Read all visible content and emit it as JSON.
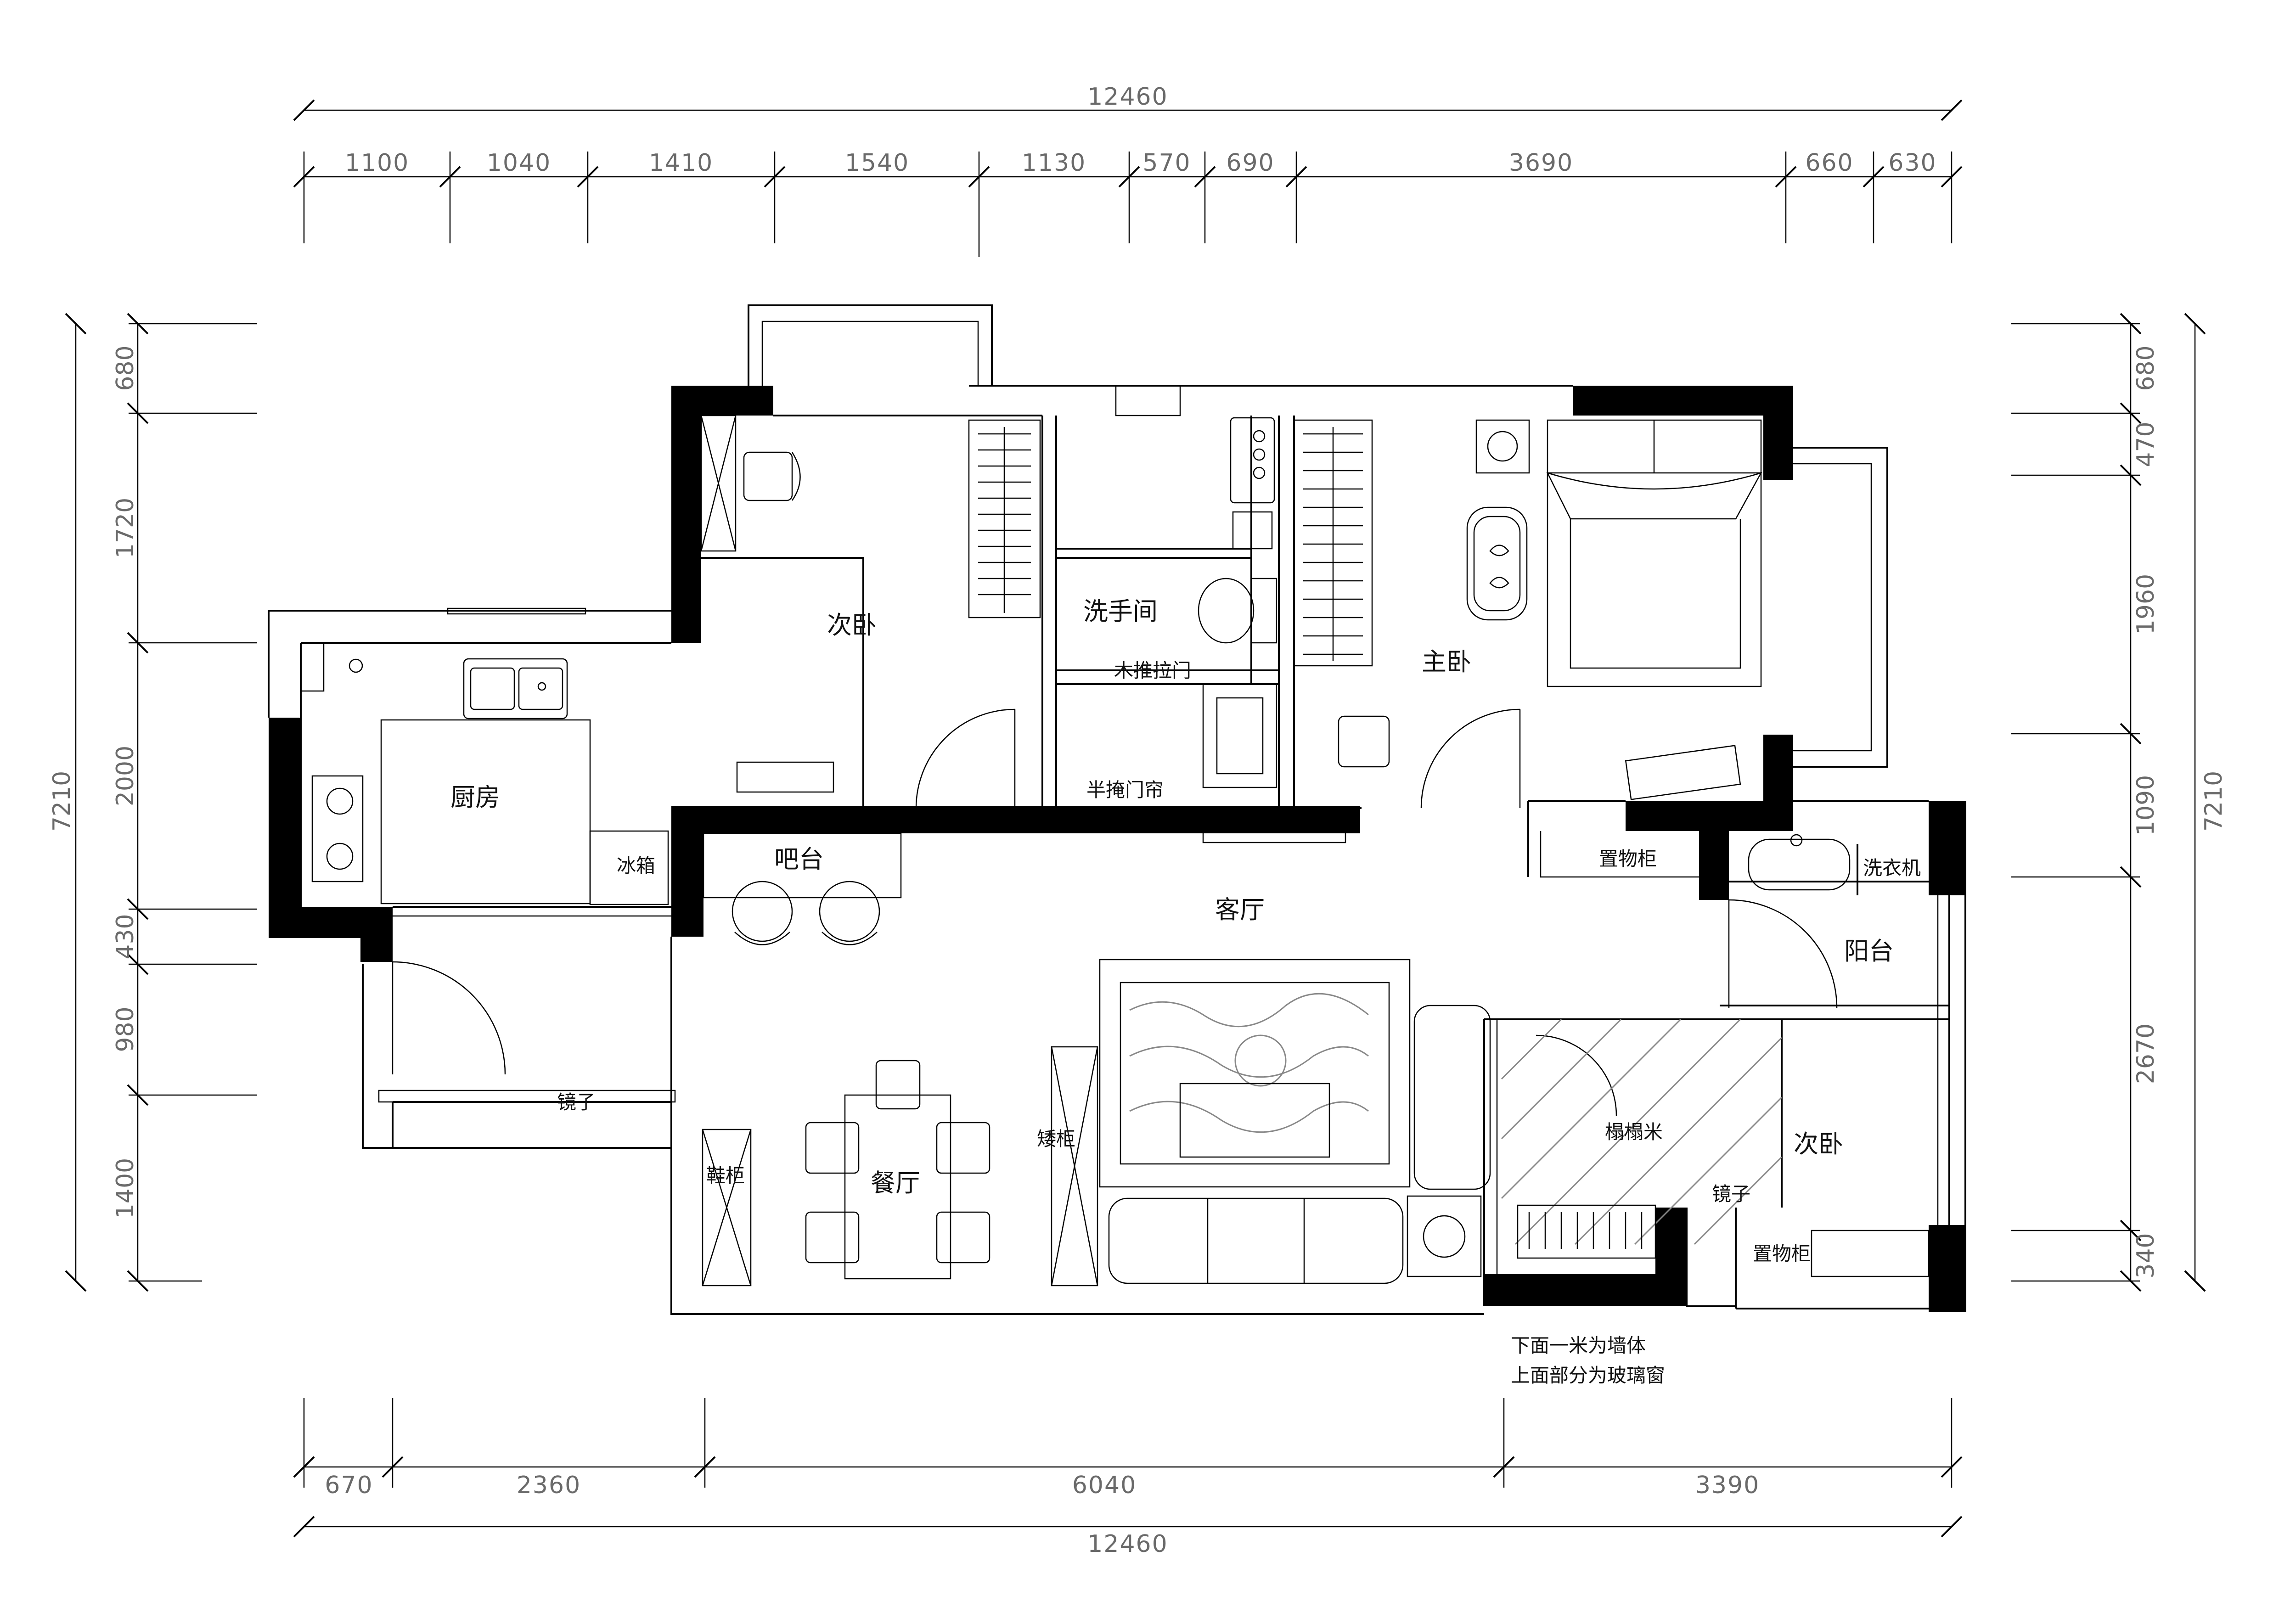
{
  "dimensions": {
    "top_total": "12460",
    "top_segments": [
      "1100",
      "1040",
      "1410",
      "1540",
      "1130",
      "570",
      "690",
      "3690",
      "660",
      "630"
    ],
    "bottom_total": "12460",
    "bottom_segments": [
      "670",
      "2360",
      "6040",
      "3390"
    ],
    "left_total": "7210",
    "left_segments": [
      "680",
      "1720",
      "2000",
      "430",
      "980",
      "1400"
    ],
    "right_total": "7210",
    "right_segments": [
      "680",
      "470",
      "1960",
      "1090",
      "2670",
      "340"
    ]
  },
  "rooms": {
    "secondary_bedroom_north": "次卧",
    "washroom": "洗手间",
    "sliding_door": "木推拉门",
    "half_curtain": "半掩门帘",
    "master_bedroom": "主卧",
    "kitchen": "厨房",
    "fridge": "冰箱",
    "bar": "吧台",
    "living_room": "客厅",
    "storage_cabinet_1": "置物柜",
    "washing_machine": "洗衣机",
    "balcony": "阳台",
    "mirror_entry": "镜子",
    "shoe_cabinet": "鞋柜",
    "dining_room": "餐厅",
    "low_cabinet": "矮柜",
    "tatami": "榻榻米",
    "secondary_bedroom_south": "次卧",
    "mirror_south": "镜子",
    "storage_cabinet_2": "置物柜",
    "note_line1": "下面一米为墙体",
    "note_line2": "上面部分为玻璃窗"
  }
}
